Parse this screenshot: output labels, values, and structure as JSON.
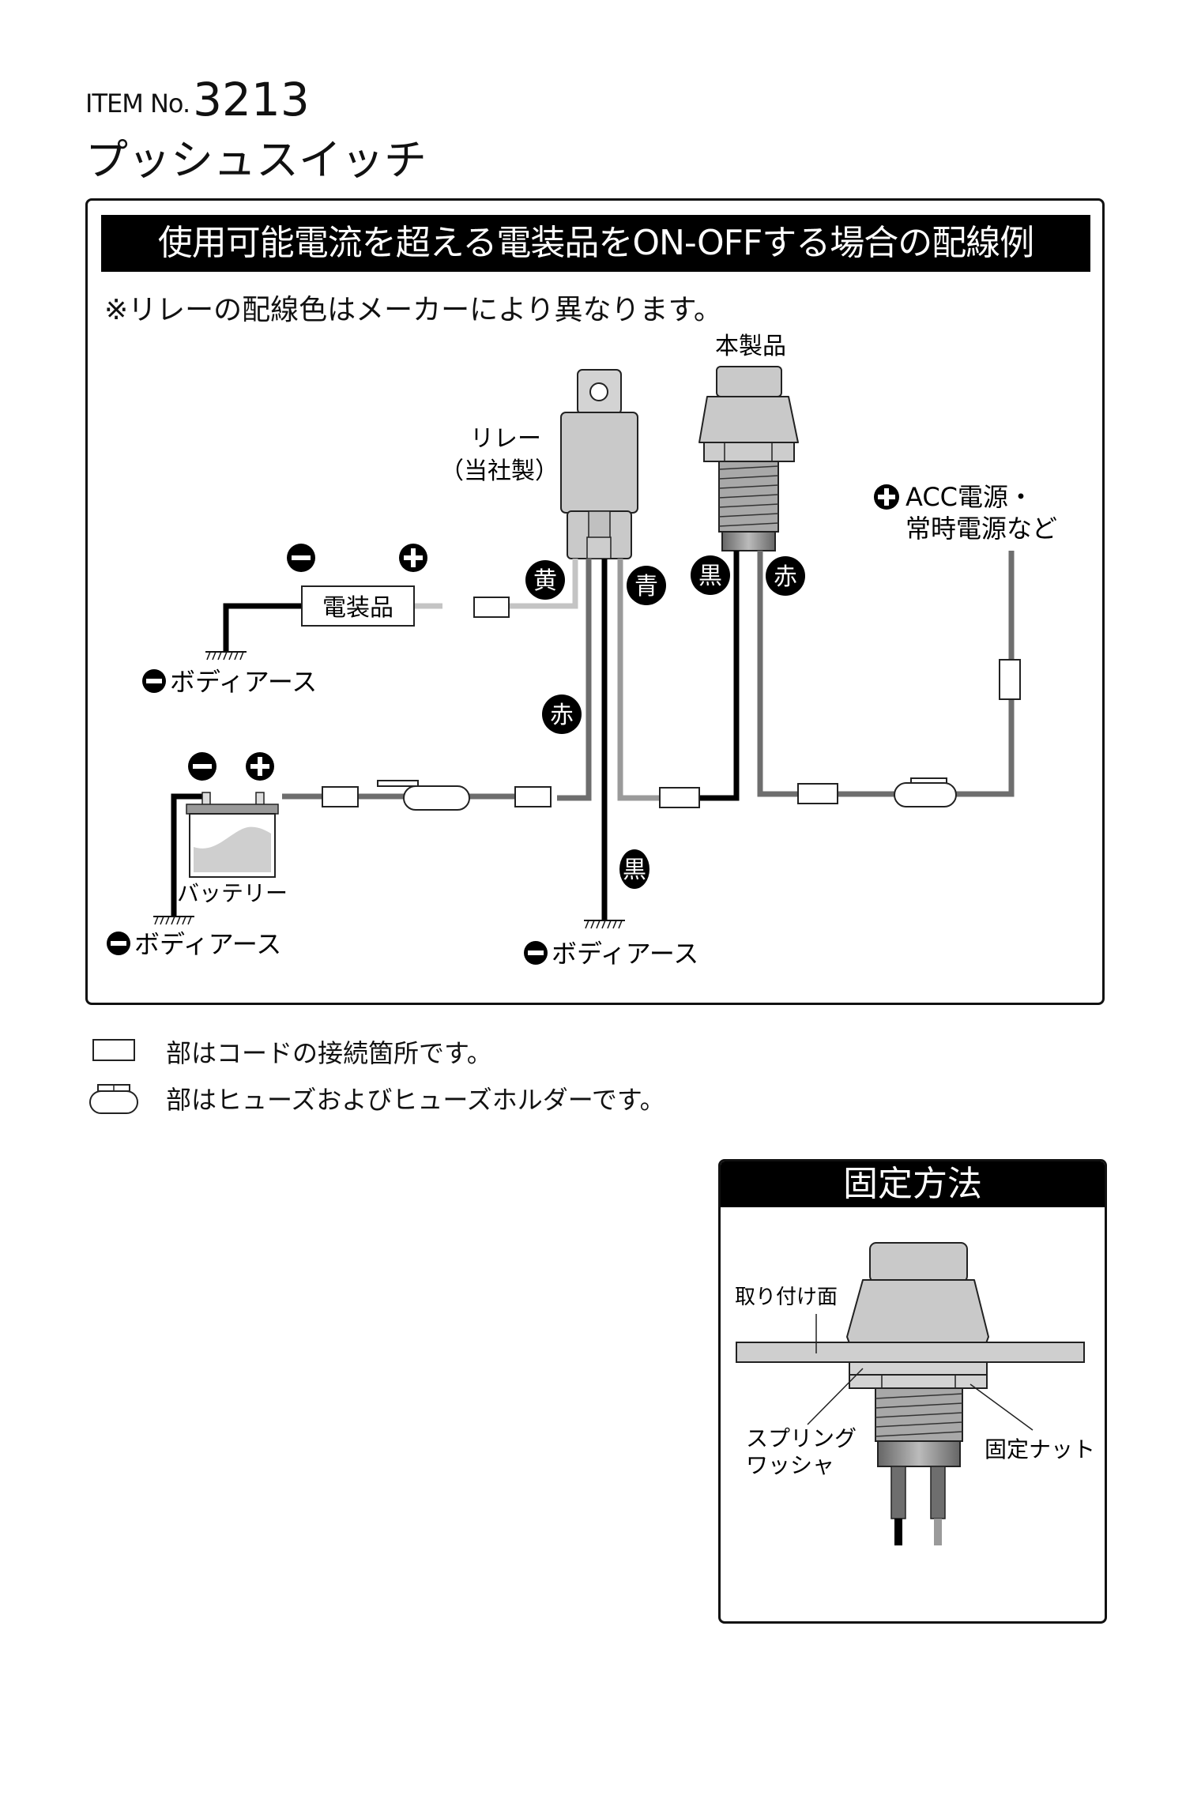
{
  "header": {
    "item_prefix": "ITEM No.",
    "item_number": "3213",
    "product_name": "プッシュスイッチ"
  },
  "wiring": {
    "banner_title": "使用可能電流を超える電装品をON-OFFする場合の配線例",
    "note": "※リレーの配線色はメーカーにより異なります。",
    "labels": {
      "product": "本製品",
      "relay_line1": "リレー",
      "relay_line2": "（当社製）",
      "power_line1": "ACC電源・",
      "power_line2": "常時電源など",
      "accessory": "電装品",
      "battery": "バッテリー",
      "ground_accessory": "ボディアース",
      "ground_battery": "ボディアース",
      "ground_relay": "ボディアース"
    },
    "wire_colors": {
      "yellow": "黄",
      "blue": "青",
      "red_relay": "赤",
      "black_relay": "黒",
      "black_switch": "黒",
      "red_switch": "赤"
    },
    "colors": {
      "black": "#000000",
      "dark_gray": "#6e6e6e",
      "mid_gray": "#9a9a9a",
      "light_gray": "#c4c4c4",
      "body_gray": "#cfcfcf"
    }
  },
  "legend": {
    "connector": "部はコードの接続箇所です。",
    "fuse": "部はヒューズおよびヒューズホルダーです。"
  },
  "mounting": {
    "title": "固定方法",
    "surface": "取り付け面",
    "washer_line1": "スプリング",
    "washer_line2": "ワッシャ",
    "nut": "固定ナット"
  }
}
